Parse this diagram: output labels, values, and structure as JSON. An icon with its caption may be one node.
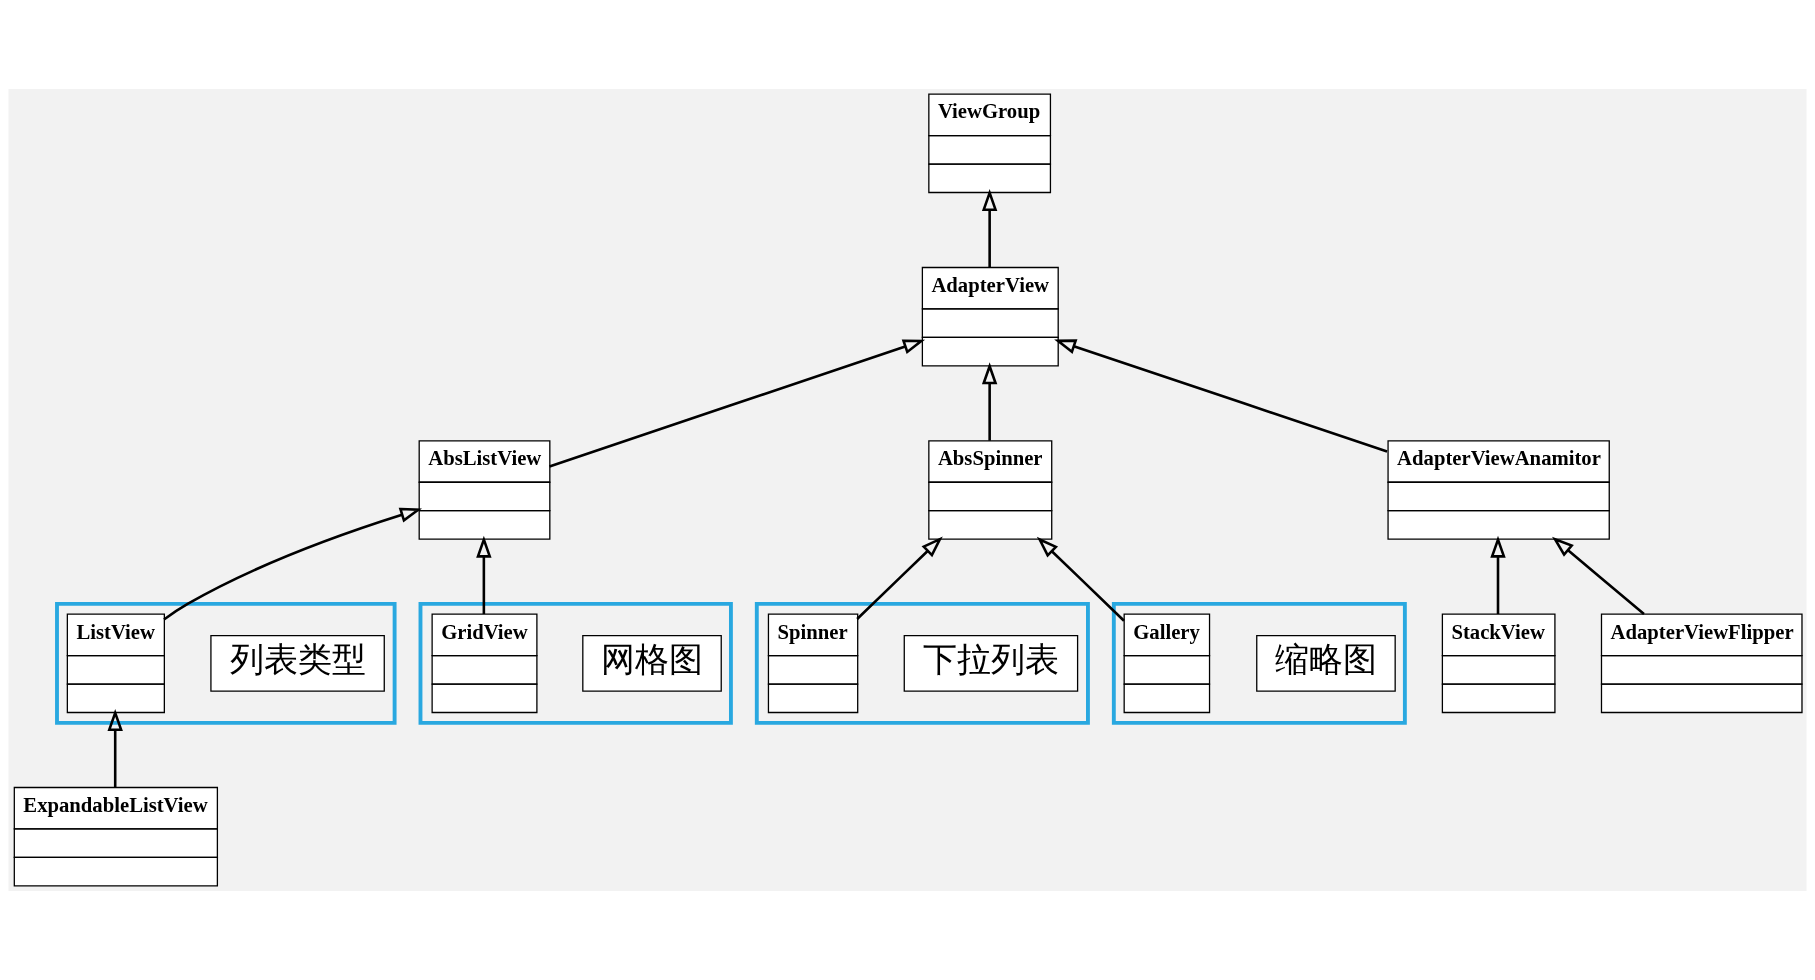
{
  "diagram": {
    "nodes": [
      {
        "text": [
          "ViewGroup"
        ]
      },
      {
        "text": [
          "AdapterView"
        ]
      },
      {
        "text": [
          "列表类型"
        ]
      },
      {
        "text": [
          "ListView"
        ],
        "in": 2
      },
      {
        "text": [
          "AbsListView"
        ]
      },
      {
        "text": [
          "AbsSpinner"
        ]
      },
      {
        "text": [
          "AdapterViewAnamitor"
        ]
      },
      {
        "text": [
          "StackView"
        ]
      },
      {
        "text": [
          "ExpandableListView"
        ]
      },
      {
        "text": [
          "网格图"
        ]
      },
      {
        "text": [
          "GridView"
        ],
        "in": 9
      },
      {
        "text": [
          "下拉列表"
        ]
      },
      {
        "text": [
          "Spinner"
        ],
        "in": 11
      },
      {
        "text": [
          "缩略图"
        ]
      },
      {
        "text": [
          "Gallery"
        ],
        "in": 13
      },
      {
        "text": [
          "AdapterViewFlipper"
        ]
      }
    ],
    "edges": [
      {
        "from": 1,
        "to": 0,
        "arrow": "to"
      },
      {
        "from": 4,
        "to": 1,
        "arrow": "to"
      },
      {
        "from": 5,
        "to": 1,
        "arrow": "to"
      },
      {
        "from": 6,
        "to": 1,
        "arrow": "to"
      },
      {
        "from": 3,
        "to": 4,
        "arrow": "to"
      },
      {
        "from": 7,
        "to": 6,
        "arrow": "to"
      },
      {
        "from": 8,
        "to": 3,
        "arrow": "to"
      },
      {
        "from": 10,
        "to": 4,
        "arrow": "to"
      },
      {
        "from": 12,
        "to": 5,
        "arrow": "to"
      },
      {
        "from": 14,
        "to": 5,
        "arrow": "to"
      },
      {
        "from": 15,
        "to": 6,
        "arrow": "to"
      }
    ]
  }
}
